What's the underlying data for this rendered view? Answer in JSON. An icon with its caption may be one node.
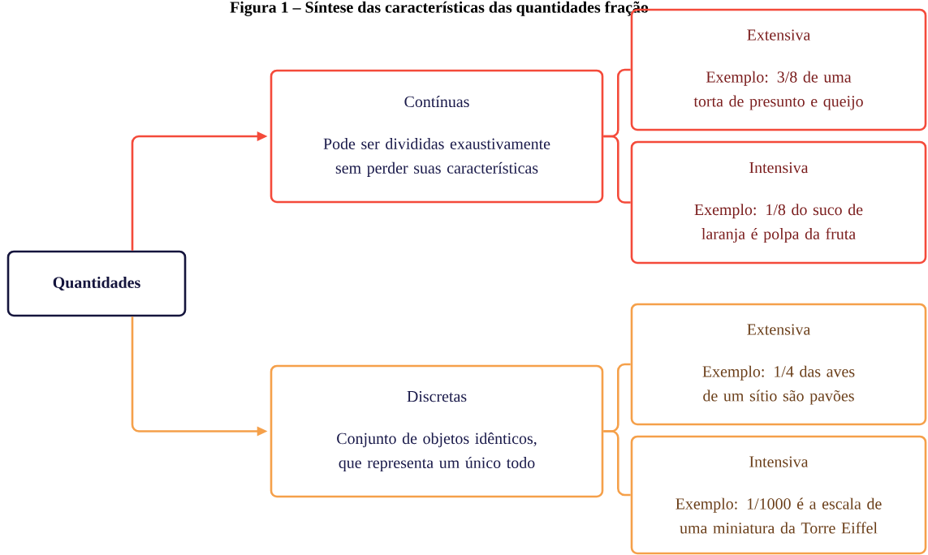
{
  "diagram": {
    "title": "Figura 1 – Síntese das características das quantidades fração",
    "nodes": [
      {
        "text": [
          "Quantidades"
        ]
      },
      {
        "text": [
          "Contínuas",
          "Pode ser divididas exaustivamente sem perder suas características"
        ]
      },
      {
        "text": [
          "Discretas",
          "Conjunto de objetos idênticos, que representa um único todo"
        ]
      },
      {
        "text": [
          "Extensiva",
          "Exemplo: 3/8 de uma torta de presunto e queijo"
        ]
      },
      {
        "text": [
          "Intensiva",
          "Exemplo: 1/8 do suco de laranja é polpa da fruta"
        ]
      },
      {
        "text": [
          "Extensiva",
          "Exemplo: 1/4 das aves de um sítio são pavões"
        ]
      },
      {
        "text": [
          "Intensiva",
          "Exemplo: 1/1000 é a escala de uma miniatura da Torre Eiffel"
        ]
      }
    ],
    "edges": [
      {
        "from": 0,
        "to": 1,
        "arrow": "to",
        "color": "#f44a3a"
      },
      {
        "from": 0,
        "to": 2,
        "arrow": "to",
        "color": "#f5a04a"
      },
      {
        "from": 1,
        "to": 3,
        "arrow": "none",
        "color": "#f44a3a"
      },
      {
        "from": 1,
        "to": 4,
        "arrow": "none",
        "color": "#f44a3a"
      },
      {
        "from": 2,
        "to": 5,
        "arrow": "none",
        "color": "#f5a04a"
      },
      {
        "from": 2,
        "to": 6,
        "arrow": "none",
        "color": "#f5a04a"
      }
    ]
  }
}
